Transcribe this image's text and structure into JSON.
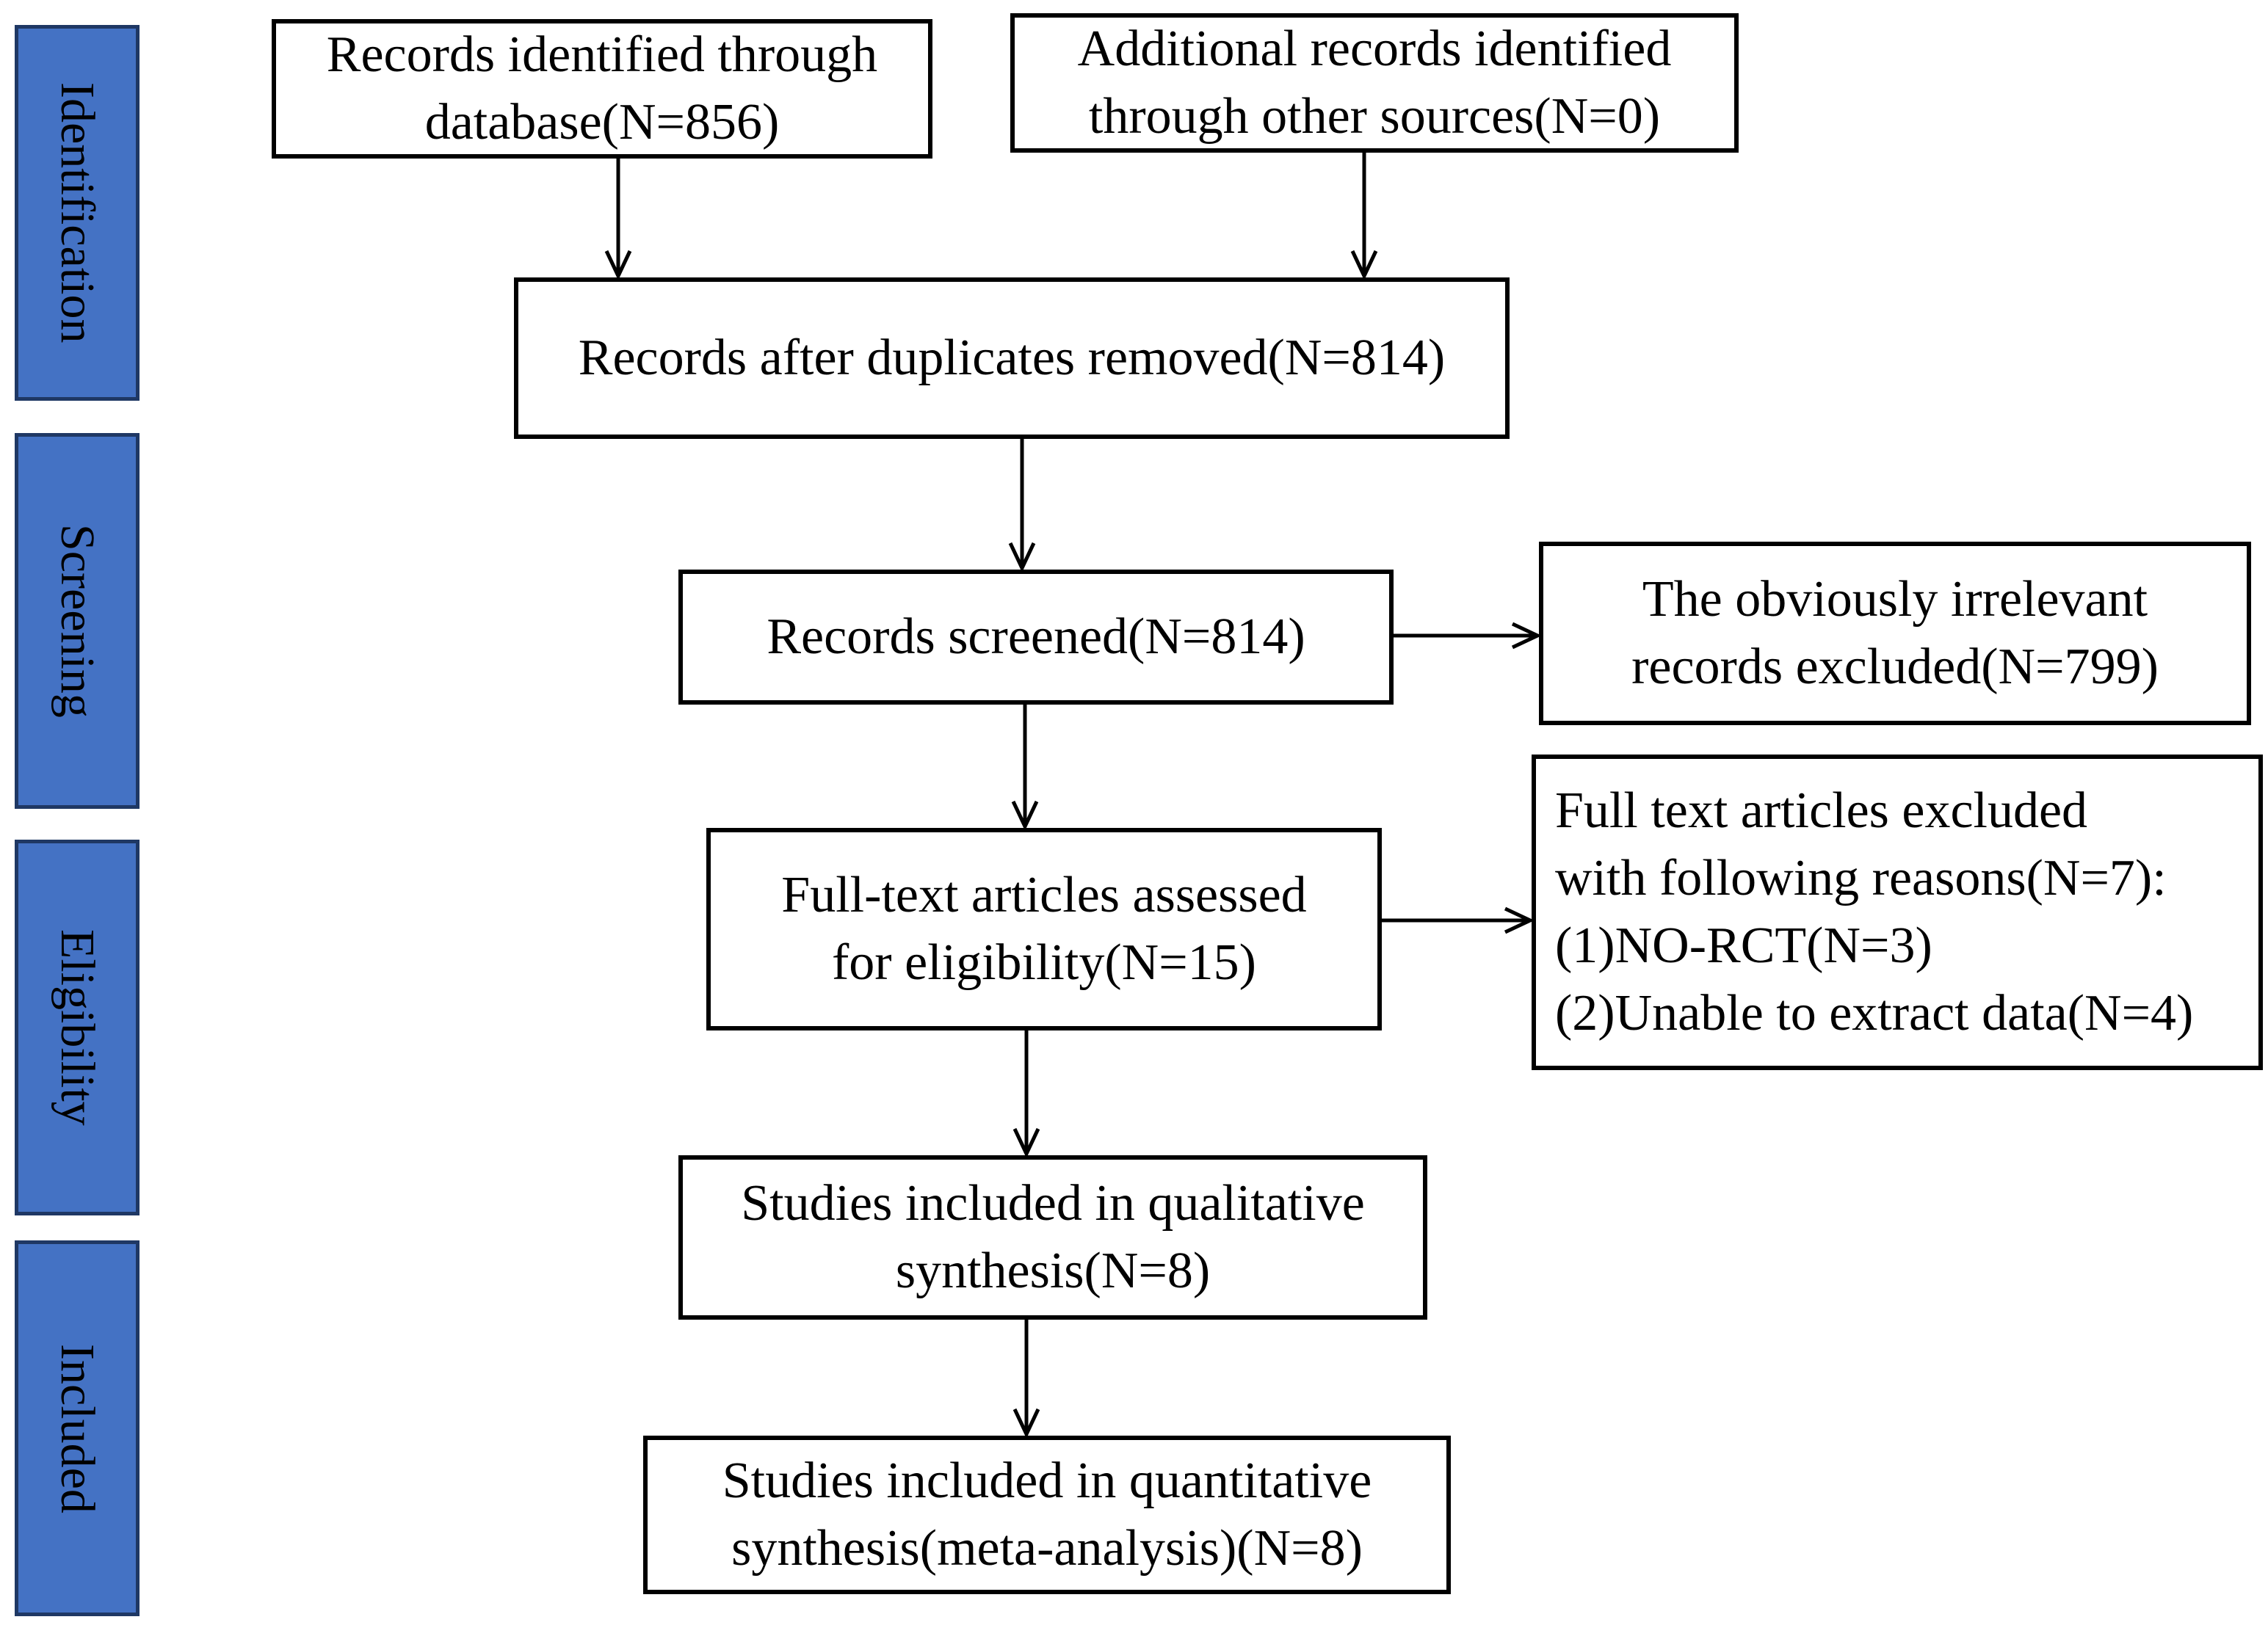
{
  "phases": {
    "identification": "Identification",
    "screening": "Screening",
    "eligibility": "Eligibility",
    "included": "Included"
  },
  "boxes": {
    "database_records": {
      "lines": [
        "Records identified through",
        "database(N=856)"
      ]
    },
    "other_sources": {
      "lines": [
        "Additional records identified",
        "through other sources(N=0)"
      ]
    },
    "after_duplicates": {
      "lines": [
        "Records after duplicates removed(N=814)"
      ]
    },
    "screened": {
      "lines": [
        "Records screened(N=814)"
      ]
    },
    "irrelevant_excluded": {
      "lines": [
        "The obviously irrelevant",
        "records excluded(N=799)"
      ]
    },
    "full_text_assessed": {
      "lines": [
        "Full-text articles assessed",
        "for eligibility(N=15)"
      ]
    },
    "full_text_excluded": {
      "lines": [
        "Full text articles excluded",
        "with following reasons(N=7):",
        "(1)NO-RCT(N=3)",
        "(2)Unable to extract data(N=4)"
      ]
    },
    "qualitative": {
      "lines": [
        "Studies included in qualitative",
        "synthesis(N=8)"
      ]
    },
    "quantitative": {
      "lines": [
        "Studies included in quantitative",
        "synthesis(meta-analysis)(N=8)"
      ]
    }
  },
  "colors": {
    "phase_fill": "#4472c4",
    "phase_border": "#1f3864",
    "box_border": "#000000",
    "arrow": "#000000"
  }
}
